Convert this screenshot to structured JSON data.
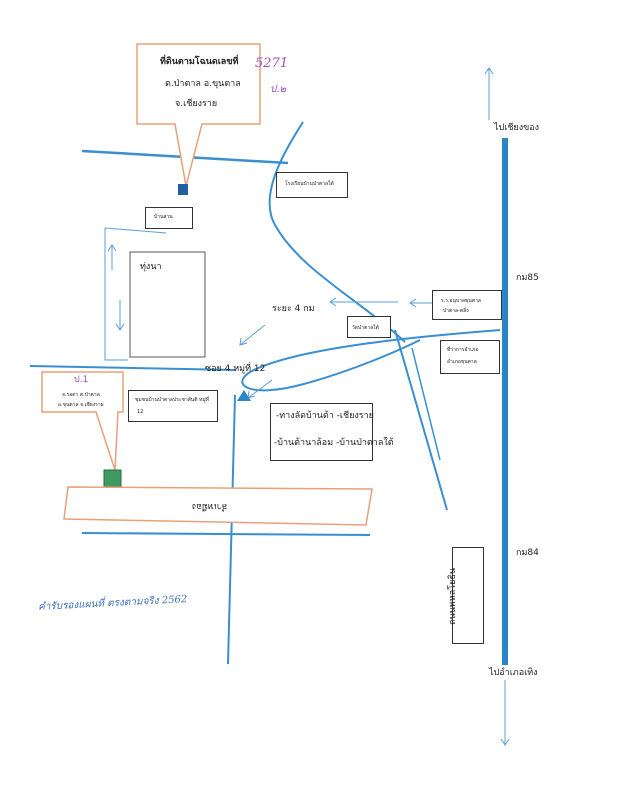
{
  "callout_top": {
    "line1": "ที่ดินตามโฉนดเลขที่",
    "line2": "ต.ป่าตาล อ.ขุนตาล",
    "line3": "จ.เชียงราย"
  },
  "handwritten_deed_no": "5271",
  "handwritten_p2": "ป.๒",
  "callout_bottom": {
    "tag": "ป.1",
    "line1": "จ.รอดา ต.ป่าตาล",
    "line2": "อ.ขุนตาล จ.เชียงราย"
  },
  "labels": {
    "school": "โรงเรียนบ้านป่าตาลใต้",
    "house": "บ้านสวน",
    "rice_field": "ทุ่งนา",
    "distance": "ระยะ 4 กม",
    "temple": "วัดป่าตาลใต้",
    "hospital_line1": "ร.ร.อนุบาลขุนตาล",
    "hospital_line2": "ป่าตาล-ตลิ่ง",
    "district_line1": "ที่ว่าการอำเภอ",
    "district_line2": "อำเภอขุนตาล",
    "soi": "ซอย 4 หมู่ที่ 12",
    "community_line1": "ชุมชนบ้านป่าตาลประชาสันติ หมู่ที่",
    "community_line2": "12",
    "route_note1": "-ทางลัดบ้านต้า -เชียงราย",
    "route_note2": "-บ้านต้านาล้อม -บ้านป่าตาลใต้",
    "canal": "ลำเหมือง",
    "to_chiang_khong": "ไปเชียงของ",
    "km85": "กม85",
    "km84": "กม84",
    "main_road": "ถนนพหลโยธิน",
    "to_thoeng": "ไปอำเภอเทิง",
    "signature": "คำรับรองแผนที่ ตรงตามจริง 2562"
  },
  "colors": {
    "road": "#3a8fd0",
    "highway": "#2a86c8",
    "callout": "#e8a07a",
    "marker_top": "#1f5fa0",
    "marker_bottom": "#3f9a5f",
    "hand_purple": "#9a4fc0"
  }
}
